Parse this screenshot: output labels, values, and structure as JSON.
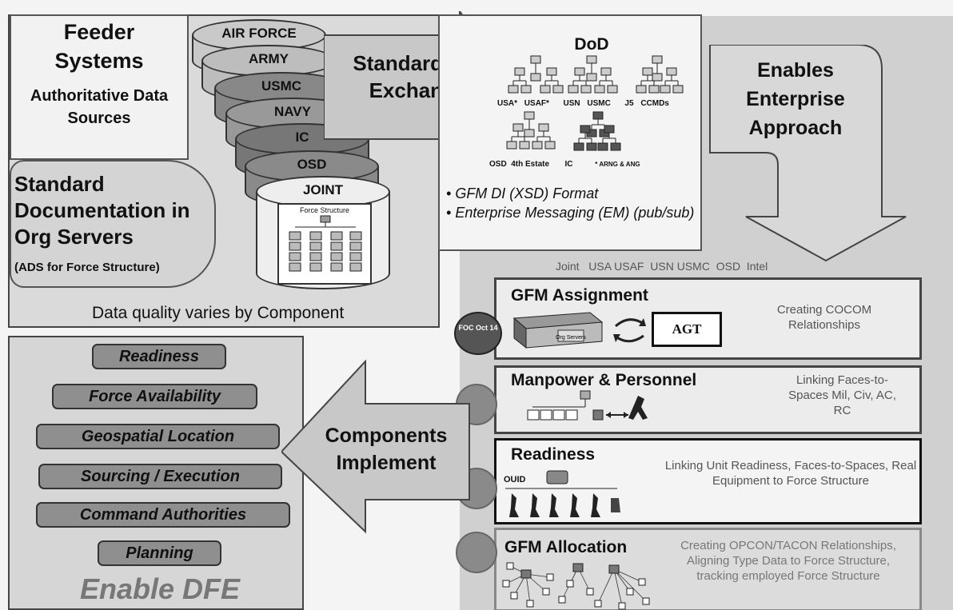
{
  "feeder": {
    "title": "Feeder Systems",
    "subtitle": "Authoritative Data Sources"
  },
  "databases": [
    "AIR FORCE",
    "ARMY",
    "USMC",
    "NAVY",
    "IC",
    "OSD",
    "JOINT"
  ],
  "force_structure_label": "Force Structure",
  "standard_doc": {
    "title": "Standard Documentation in Org Servers",
    "subtitle": "(ADS for Force Structure)"
  },
  "quality_note": "Data quality varies by Component",
  "exchange": {
    "label": "Standardized Exchange"
  },
  "dod": {
    "title": "DoD",
    "org_labels_row1": [
      "USA*",
      "USAF*",
      "USN",
      "USMC",
      "J5",
      "CCMDs"
    ],
    "org_labels_row2": [
      "OSD",
      "4th Estate",
      "IC",
      "* ARNG & ANG"
    ],
    "bullets": [
      "GFM DI (XSD) Format",
      "Enterprise Messaging (EM) (pub/sub)"
    ]
  },
  "enterprise": {
    "label": "Enables Enterprise Approach"
  },
  "components_header": "Joint   USA USAF  USN USMC  OSD  Intel",
  "gfm_assignment": {
    "title": "GFM Assignment",
    "desc": "Creating COCOM Relationships",
    "agt_label": "AGT",
    "foc_badge": "FOC Oct 14",
    "server_label": "Org Servers"
  },
  "manpower": {
    "title": "Manpower & Personnel",
    "desc": "Linking Faces-to-Spaces Mil, Civ, AC, RC"
  },
  "readiness_row": {
    "title": "Readiness",
    "ouid_label": "OUID",
    "desc": "Linking Unit Readiness, Faces-to-Spaces, Real Equipment to Force Structure"
  },
  "gfm_allocation": {
    "title": "GFM Allocation",
    "desc": "Creating OPCON/TACON Relationships, Aligning Type Data to Force Structure, tracking employed Force Structure"
  },
  "components_implement": {
    "label": "Components Implement"
  },
  "dfe": {
    "items": [
      "Readiness",
      "Force Availability",
      "Geospatial Location",
      "Sourcing / Execution",
      "Command Authorities",
      "Planning"
    ],
    "footer": "Enable DFE"
  },
  "colors": {
    "panel_gray": "#d0d0d0",
    "pill_gray": "#8f8f8f",
    "dark": "#111111"
  }
}
